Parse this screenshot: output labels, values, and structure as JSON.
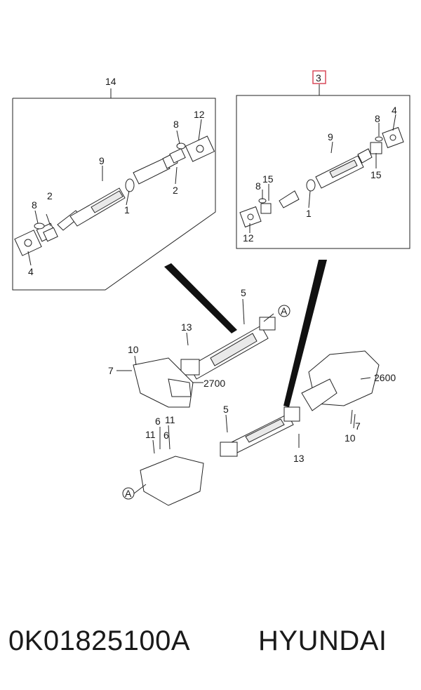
{
  "diagram": {
    "callouts": {
      "left_group": "14",
      "right_group_highlighted": "3",
      "highlight_color": "#d94a5a",
      "left_box": [
        "12",
        "8",
        "2",
        "9",
        "1",
        "2",
        "8",
        "4"
      ],
      "right_box": [
        "9",
        "8",
        "4",
        "15",
        "8",
        "15",
        "1",
        "12"
      ],
      "lower": [
        "5",
        "A",
        "13",
        "10",
        "7",
        "2700",
        "2600",
        "5",
        "6",
        "11",
        "11",
        "6",
        "7",
        "10",
        "13",
        "A"
      ]
    }
  },
  "caption": {
    "part_number": "0K01825100A",
    "brand": "HYUNDAI"
  }
}
